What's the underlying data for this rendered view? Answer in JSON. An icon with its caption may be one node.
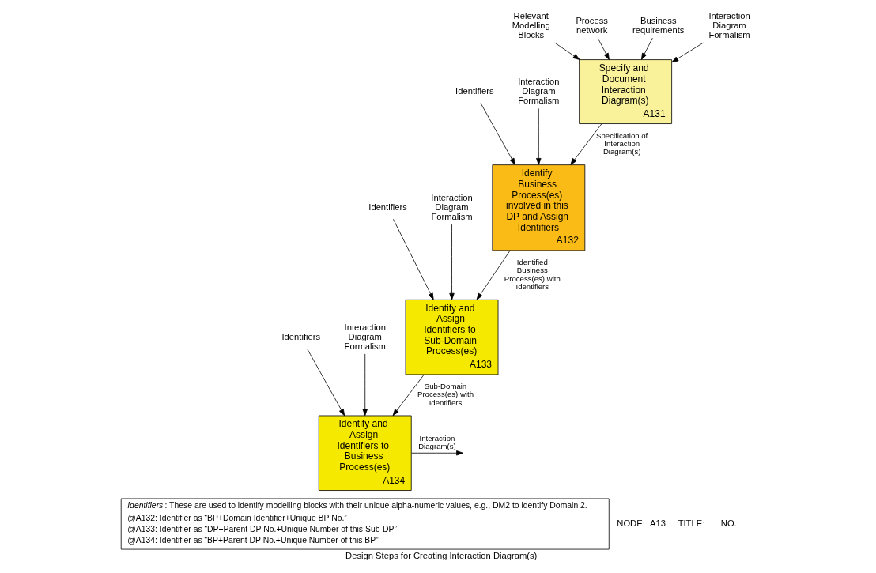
{
  "diagram": {
    "title": "Design Steps for Creating Interaction Diagram(s)",
    "nodes": [
      {
        "text": [
          "Specify and Document Interaction Diagram(s)",
          "A131"
        ]
      },
      {
        "text": [
          "Relevant Modelling Blocks"
        ]
      },
      {
        "text": [
          "Process network"
        ]
      },
      {
        "text": [
          "Business requirements"
        ]
      },
      {
        "text": [
          "Interaction Diagram Formalism"
        ]
      },
      {
        "text": [
          "Identify Business Process(es) involved in this DP and Assign Identifiers",
          "A132"
        ]
      },
      {
        "text": [
          "Identifiers"
        ]
      },
      {
        "text": [
          "Interaction Diagram Formalism"
        ]
      },
      {
        "text": [
          "Identify and Assign Identifiers to Sub-Domain Process(es)",
          "A133"
        ]
      },
      {
        "text": [
          "Identifiers"
        ]
      },
      {
        "text": [
          "Interaction Diagram Formalism"
        ]
      },
      {
        "text": [
          "Identify and Assign Identifiers to Business Process(es)",
          "A134"
        ]
      },
      {
        "text": [
          "Identifiers"
        ]
      },
      {
        "text": [
          "Interaction Diagram Formalism"
        ]
      },
      {
        "text": [
          "*Identifiers*: These are used to identify modelling blocks with their unique alpha-numeric values, e.g., DM2 to identify Domain 2.",
          "@A132: Identifier as “BP+Domain Identifier+Unique BP No.”",
          "@A133: Identifier as “DP+Parent DP No.+Unique Number of this Sub-DP”",
          "@A134: Identifier as “BP+Parent DP No.+Unique Number of this BP”"
        ]
      }
    ],
    "edges": [
      {
        "from": 1,
        "to": 0,
        "arrow": "to"
      },
      {
        "from": 2,
        "to": 0,
        "arrow": "to"
      },
      {
        "from": 3,
        "to": 0,
        "arrow": "to"
      },
      {
        "from": 4,
        "to": 0,
        "arrow": "to"
      },
      {
        "from": 0,
        "to": 5,
        "arrow": "to",
        "label": "Specification of Interaction Diagram(s)"
      },
      {
        "from": 6,
        "to": 5,
        "arrow": "to"
      },
      {
        "from": 7,
        "to": 5,
        "arrow": "to"
      },
      {
        "from": 5,
        "to": 8,
        "arrow": "to",
        "label": "Identified Business Process(es) with Identifiers"
      },
      {
        "from": 9,
        "to": 8,
        "arrow": "to"
      },
      {
        "from": 10,
        "to": 8,
        "arrow": "to"
      },
      {
        "from": 8,
        "to": 11,
        "arrow": "to",
        "label": "Sub-Domain Process(es) with Identifiers"
      },
      {
        "from": 12,
        "to": 11,
        "arrow": "to"
      },
      {
        "from": 13,
        "to": 11,
        "arrow": "to"
      },
      {
        "from": 11,
        "to": null,
        "arrow": "to",
        "label": "Interaction Diagram(s)"
      }
    ],
    "labels": [
      "NODE:  A13",
      "TITLE:",
      "NO.:"
    ]
  }
}
